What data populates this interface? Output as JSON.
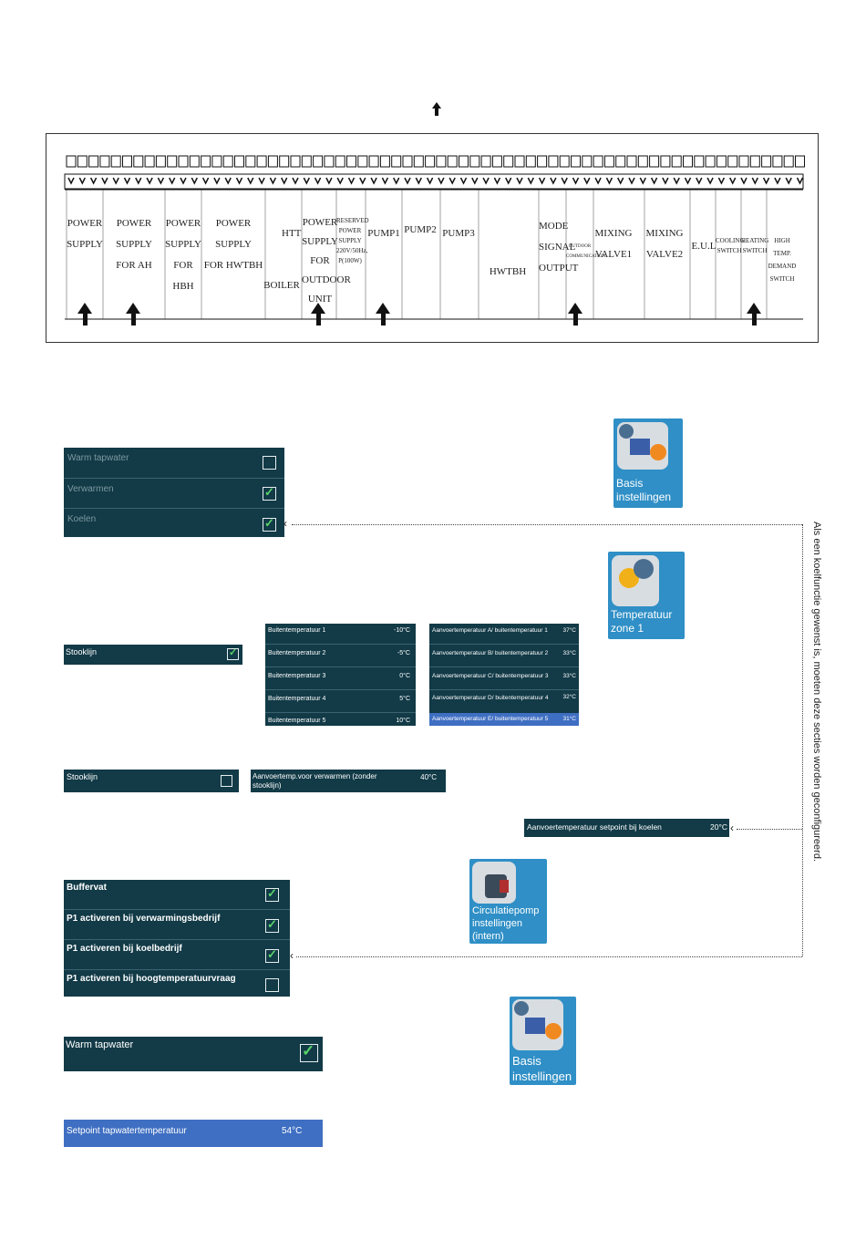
{
  "wiring": {
    "labels": [
      "POWER\nSUPPLY",
      "POWER SUPPLY\nFOR AH",
      "POWER\nSUPPLY\nFOR HBH",
      "POWER SUPPLY\nFOR HWTBH",
      "BOILER",
      "POWER\nSUPPLY\nFOR\nOUTDOOR\nUNIT",
      "RESERVED\nPOWER\nSUPPLY\n220V/50Hz,\nP(100W)",
      "PUMP1",
      "PUMP2",
      "PUMP3",
      "HWTBH",
      "MODE\nSIGNAL\nOUTPUT",
      "MIXING\nVALVE1",
      "MIXING\nVALVE2",
      "E.U.L",
      "COOLING\nSWITCH",
      "HEATING\nSWITCH",
      "HIGH\nTEMP.\nDEMAND\nSWITCH"
    ],
    "htt_label": "HTT",
    "outdoor_label": "OUTDOOR\nCOMMUNICATION"
  },
  "panel1": [
    {
      "label": "Warm tapwater",
      "checked": false
    },
    {
      "label": "Verwarmen",
      "checked": true
    },
    {
      "label": "Koelen",
      "checked": true
    }
  ],
  "icons": {
    "basis1": "Basis\ninstellingen",
    "temp_zone": "Temperatuur\nzone 1",
    "circ": "Circulatiepomp\ninstellingen\n(intern)",
    "basis2": "Basis\ninstellingen"
  },
  "stooklijn1": {
    "label": "Stooklijn",
    "checked": true
  },
  "buiten": [
    {
      "label": "Buitentemperatuur 1",
      "value": "-10°C"
    },
    {
      "label": "Buitentemperatuur 2",
      "value": "-5°C"
    },
    {
      "label": "Buitentemperatuur 3",
      "value": "0°C"
    },
    {
      "label": "Buitentemperatuur 4",
      "value": "5°C"
    },
    {
      "label": "Buitentemperatuur 5",
      "value": "10°C"
    }
  ],
  "aanvoer": [
    {
      "label": "Aanvoertemperatuur A/ buitentemperatuur 1",
      "value": "37°C"
    },
    {
      "label": "Aanvoertemperatuur B/ buitentemperatuur 2",
      "value": "33°C"
    },
    {
      "label": "Aanvoertemperatuur C/ buitentemperatuur 3",
      "value": "33°C"
    },
    {
      "label": "Aanvoertemperatuur D/ buitentemperatuur 4",
      "value": "32°C"
    },
    {
      "label": "Aanvoertemperatuur E/ buitentemperatuur 5",
      "value": "31°C"
    }
  ],
  "stooklijn2": {
    "label": "Stooklijn",
    "checked": false
  },
  "aanvoer_zonder": {
    "label": "Aanvoertemp.voor verwarmen (zonder stooklijn)",
    "value": "40°C"
  },
  "koelen_setpoint": {
    "label": "Aanvoertemperatuur setpoint bij koelen",
    "value": "20°C"
  },
  "panel_pomp": [
    {
      "label": "Buffervat",
      "checked": true
    },
    {
      "label": "P1 activeren bij verwarmingsbedrijf",
      "checked": true
    },
    {
      "label": "P1 activeren bij koelbedrijf",
      "checked": true
    },
    {
      "label": "P1 activeren bij hoogtemperatuurvraag",
      "checked": false
    }
  ],
  "warm_tap": {
    "label": "Warm tapwater",
    "checked": true
  },
  "setpoint_tap": {
    "label": "Setpoint tapwatertemperatuur",
    "value": "54°C"
  },
  "side_note": "Als een koelfunctie gewenst is, moeten deze secties worden geconfigureerd.",
  "colors": {
    "panel": "#123a47",
    "highlight": "#3f6fc2",
    "check": "#58d36a"
  }
}
